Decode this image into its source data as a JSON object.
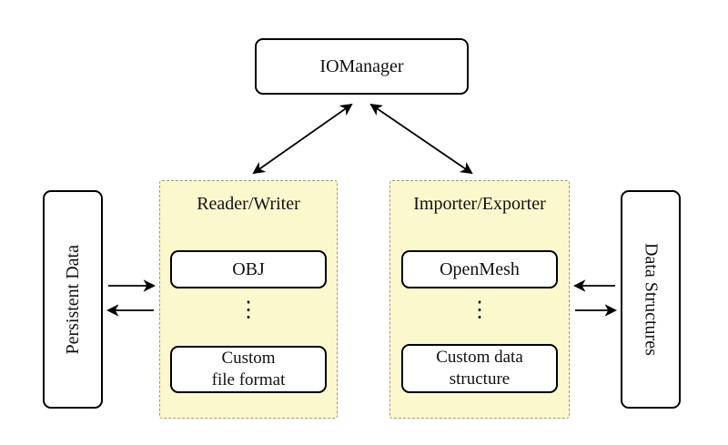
{
  "diagram": {
    "title_node": "IOManager",
    "left_panel": {
      "title": "Reader/Writer",
      "item_top": "OBJ",
      "dots": "⋮",
      "item_bottom": "Custom\nfile format"
    },
    "right_panel": {
      "title": "Importer/Exporter",
      "item_top": "OpenMesh",
      "dots": "⋮",
      "item_bottom": "Custom data\nstructure"
    },
    "left_side_node": "Persistent Data",
    "right_side_node": "Data Structures"
  },
  "colors": {
    "panel_fill": "#fcf8cd",
    "panel_border": "#9a9a86",
    "node_border": "#000000",
    "arrow": "#000000",
    "background": "#ffffff"
  }
}
